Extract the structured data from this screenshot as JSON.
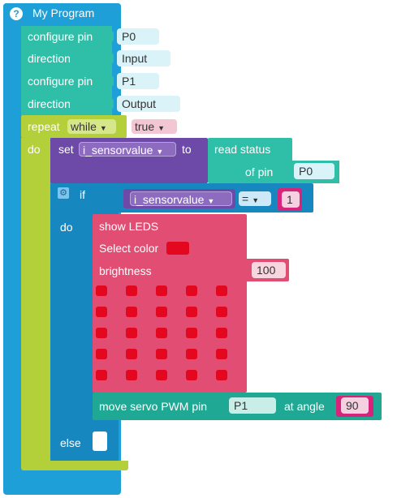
{
  "program": {
    "help_icon": "?",
    "title": "My Program"
  },
  "setup": [
    {
      "label": "configure pin",
      "value": "P0"
    },
    {
      "label": "direction",
      "value": "Input"
    },
    {
      "label": "configure pin",
      "value": "P1"
    },
    {
      "label": "direction",
      "value": "Output"
    }
  ],
  "repeat": {
    "label": "repeat",
    "mode": "while",
    "condition": "true",
    "do_label": "do"
  },
  "set_block": {
    "label": "set",
    "variable": "i_sensorvalue",
    "to_label": "to",
    "read_label": "read status",
    "of_pin_label": "of pin",
    "pin": "P0"
  },
  "if_block": {
    "label": "if",
    "variable": "i_sensorvalue",
    "operator": "=",
    "value": "1",
    "do_label": "do",
    "else_label": "else"
  },
  "show_leds": {
    "title": "show LEDS",
    "color_label": "Select color",
    "color": "#e3081f",
    "brightness_label": "brightness",
    "brightness": "100",
    "rows": 5,
    "cols": 5
  },
  "servo": {
    "label": "move servo PWM pin",
    "pin": "P1",
    "angle_label": "at angle",
    "angle": "90"
  },
  "colors": {
    "blue": "#1f9fd8",
    "teal": "#2fbfa9",
    "lime": "#b3cf3a",
    "purple": "#6e4aa8",
    "pink": "#e14d73"
  }
}
